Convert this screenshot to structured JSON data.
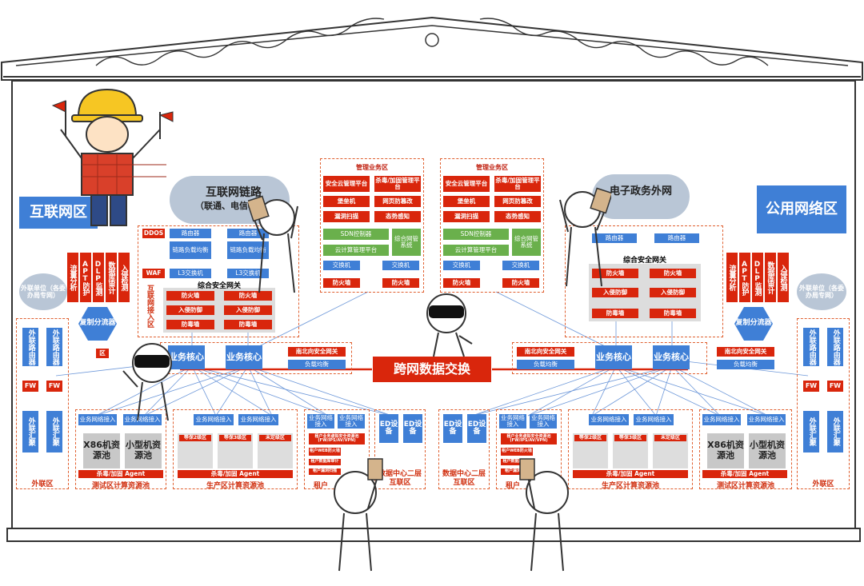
{
  "regions": {
    "internet": "互联网区",
    "public": "公用网络区",
    "internet_link": "互联网链路",
    "internet_link_sub": "（联通、电信、移",
    "gov_net": "电子政务外网",
    "cross_exchange": "跨网数据交换",
    "internet_access": "互联网接入区",
    "partial_icon": "区"
  },
  "mgmt": {
    "title": "管理业务区",
    "left_items": [
      "安全云管理平台",
      "杀毒/加固管理平台",
      "堡垒机",
      "网页防篡改",
      "漏洞扫描",
      "态势感知",
      "SDN控制器",
      "综合网管系统",
      "云计算管理平台",
      "交换机",
      "交换机",
      "防火墙",
      "防火墙"
    ],
    "right_items": [
      "安全云管理平台",
      "杀毒/加固管理平台",
      "堡垒机",
      "网页防篡改",
      "漏洞扫描",
      "态势感知",
      "SDN控制器",
      "综合网管系统",
      "云计算管理平台",
      "交换机",
      "交换机",
      "防火墙",
      "防火墙"
    ]
  },
  "access": {
    "ddos": "DDOS",
    "waf": "WAF",
    "router": "路由器",
    "link_lb": "链路负载均衡",
    "l3": "L3交换机",
    "gateway": "综合安全网关",
    "firewall": "防火墙",
    "ips": "入侵防御",
    "av": "防毒墙"
  },
  "left_security": [
    "流量分析",
    "APT防护",
    "DLP监测",
    "数据库审计",
    "入侵检测"
  ],
  "right_security": [
    "流量分析",
    "APT防护",
    "DLP监测",
    "数据库审计",
    "入侵检测"
  ],
  "replicator": "复制分流器",
  "core": {
    "biz_core": "业务核心",
    "ns_gateway": "南北向安全网关",
    "lb": "负载均衡",
    "ns_gateway_right": "南北向安全网关",
    "lb_right": "负载均衡"
  },
  "external": {
    "unit": "外联单位（各委办局专网）",
    "router": "外联路由器",
    "fw": "FW",
    "agg": "外联汇聚",
    "zone": "外联区"
  },
  "pools": {
    "biz_access": "业务网络接入",
    "x86": "X86机资源池",
    "minicomputer": "小型机资源池",
    "av_agent": "杀毒/加固 Agent",
    "test_pool": "测试区计算资源池",
    "prod_pool": "生产区计算资源池",
    "tenant": "租户",
    "level2": "等保2级区",
    "level3": "等保3级区",
    "unrated": "未定级区",
    "x86_small": "X86机资源池",
    "small_small": "小型机资源池",
    "ed": "ED设备",
    "dc2": "数据中心二层互联区",
    "tenant_items": [
      "租户业务虚拟安全资源池(FW/IPS/AV/VPN)",
      "租户WEB防火墙",
      "租户数据库审计",
      "租户漏洞扫描"
    ]
  },
  "colors": {
    "red": "#d9260c",
    "blue": "#3f7fd6",
    "green": "#6ab04c",
    "gray": "#c8c8c8",
    "dashed": "#e06030"
  }
}
